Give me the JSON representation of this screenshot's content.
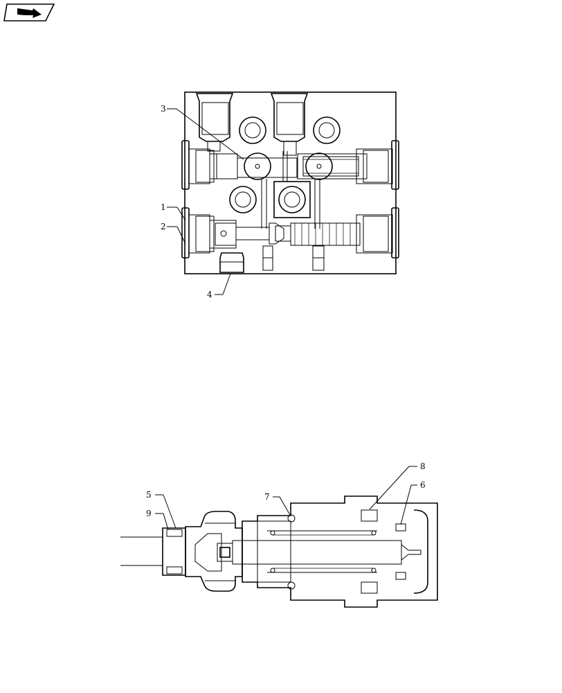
{
  "nav": {
    "icon": "back-arrow-icon"
  },
  "diagram_top": {
    "callouts": [
      "1",
      "2",
      "3",
      "4"
    ]
  },
  "diagram_bottom": {
    "callouts": [
      "5",
      "6",
      "7",
      "8",
      "9"
    ]
  }
}
